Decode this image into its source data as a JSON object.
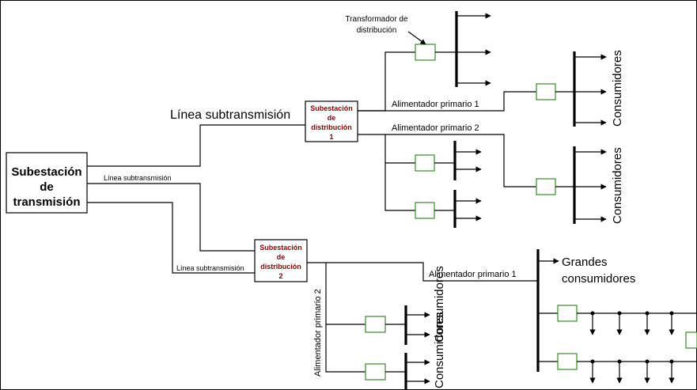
{
  "diagram": {
    "main_substation": [
      "Subestación",
      "de",
      "transmisión"
    ],
    "line_upper": "Línea subtransmisión",
    "line_small_1": "Línea subtransmisión",
    "line_small_2": "Línea subtransmisión",
    "sub1": [
      "Subestación",
      "de",
      "distribución",
      "1"
    ],
    "sub2": [
      "Subestación",
      "de",
      "distribución",
      "2"
    ],
    "transformer_label": [
      "Transformador de",
      "distribución"
    ],
    "feeder_1a": "Alimentador primario 1",
    "feeder_2a": "Alimentador primario 2",
    "feeder_1b": "Alimentador primario 1",
    "feeder_2b": "Alimentador primario 2",
    "consumers": "Consumidores",
    "large_consumers": [
      "Grandes",
      "consumidores"
    ],
    "colors": {
      "substation_text": "#8b0000",
      "transformer": "#3a8a2a"
    }
  }
}
